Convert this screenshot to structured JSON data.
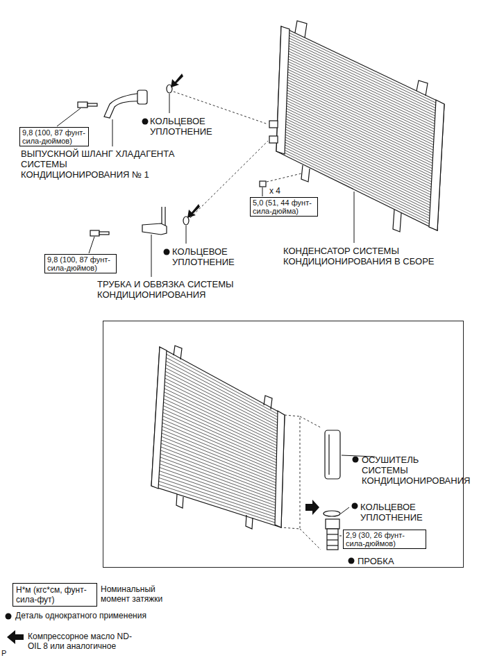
{
  "diagram": {
    "nodes": [
      {
        "text": [
          "9,8 (100, 87 фунт-сила-дюймов)"
        ]
      },
      {
        "text": [
          "5,0 (51, 44 фунт-сила-дюйма)"
        ]
      },
      {
        "text": [
          "9,8 (100, 87 фунт-сила-дюймов)"
        ]
      },
      {
        "text": [
          "ОСУШИТЕЛЬ СИСТЕМЫ КОНДИЦИОНИРОВАНИЯ",
          "КОЛЬЦЕВОЕ УПЛОТНЕНИЕ",
          "ПРОБКА"
        ]
      },
      {
        "text": [
          "2,9 (30, 26 фунт-сила-дюймов)"
        ],
        "in": 3
      },
      {
        "text": [
          "Н*м (кгс*см, фунт-сила-фут)"
        ]
      }
    ],
    "labels": [
      "КОЛЬЦЕВОЕ УПЛОТНЕНИЕ",
      "ВЫПУСКНОЙ ШЛАНГ ХЛАДАГЕНТА СИСТЕМЫ КОНДИЦИОНИРОВАНИЯ № 1",
      "x 4",
      "КОЛЬЦЕВОЕ УПЛОТНЕНИЕ",
      "ТРУБКА И ОБВЯЗКА СИСТЕМЫ КОНДИЦИОНИРОВАНИЯ",
      "КОНДЕНСАТОР СИСТЕМЫ КОНДИЦИОНИРОВАНИЯ В СБОРЕ",
      "P"
    ],
    "legend": [
      {
        "text": "Номинальный момент затяжки"
      },
      {
        "text": "Деталь однократного применения"
      },
      {
        "text": "Компрессорное масло ND-OIL 8 или аналогичное"
      }
    ]
  }
}
